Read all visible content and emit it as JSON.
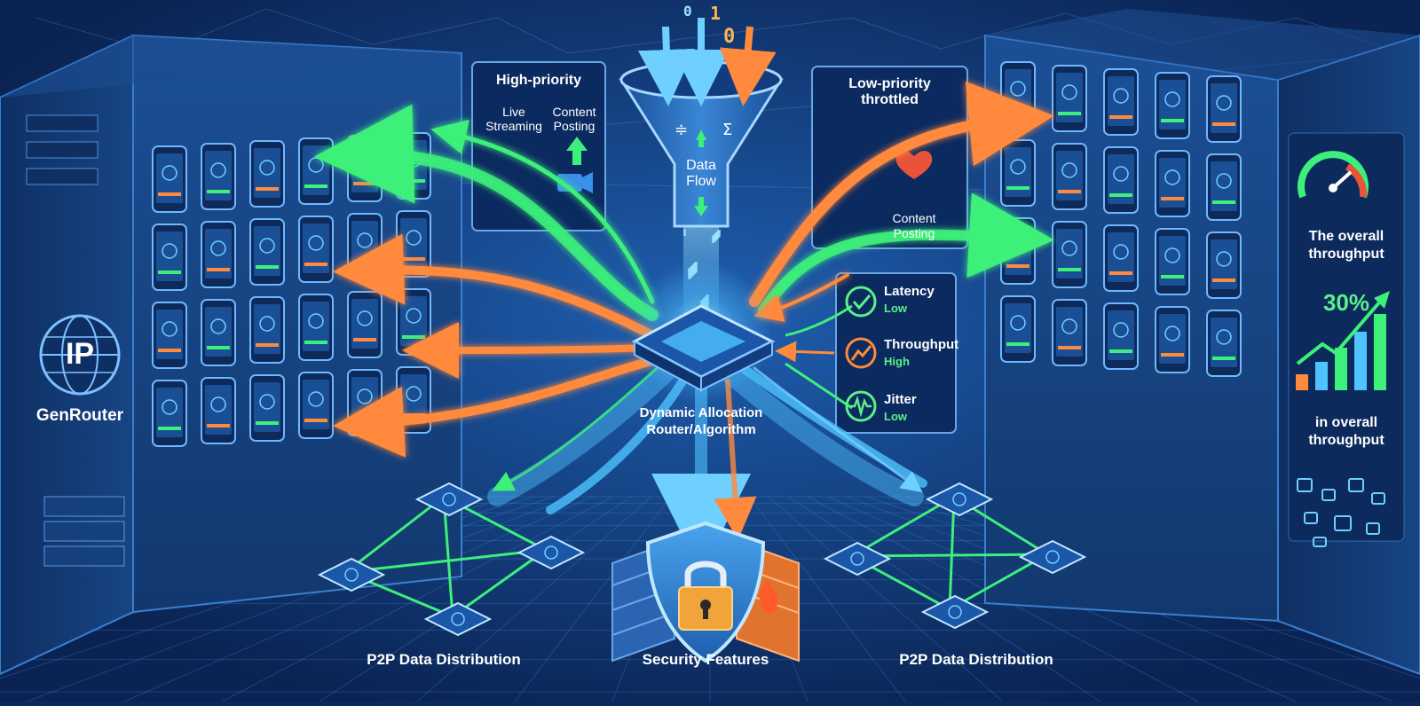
{
  "left_server": {
    "logo_text": "IP",
    "name": "GenRouter"
  },
  "high_priority": {
    "title": "High-priority",
    "item_1_line_1": "Live",
    "item_1_line_2": "Streaming",
    "item_2_line_1": "Content",
    "item_2_line_2": "Posting"
  },
  "funnel": {
    "line_1": "Data",
    "line_2": "Flow",
    "top_digits": [
      "1",
      "0",
      "0"
    ]
  },
  "low_priority": {
    "title_line_1": "Low-priority",
    "title_line_2": "throttled",
    "item_line_1": "Content",
    "item_line_2": "Posting"
  },
  "router": {
    "line_1": "Dynamic Allocation",
    "line_2": "Router/Algorithm"
  },
  "metrics": [
    {
      "name": "Latency",
      "level": "Low",
      "icon": "check-icon"
    },
    {
      "name": "Throughput",
      "level": "High",
      "icon": "trend-up-icon"
    },
    {
      "name": "Jitter",
      "level": "Low",
      "icon": "pulse-icon"
    }
  ],
  "right_panel": {
    "title_line_1": "The overall",
    "title_line_2": "throughput",
    "percent": "30%",
    "caption_line_1": "in overall",
    "caption_line_2": "throughput",
    "bar_levels": [
      0.18,
      0.32,
      0.48,
      0.66,
      0.86
    ]
  },
  "footer": {
    "p2p_left": "P2P Data Distribution",
    "security": "Security Features",
    "p2p_right": "P2P Data Distribution"
  },
  "colors": {
    "background": "#0b2a5c",
    "high_priority_green": "#3df07a",
    "low_priority_orange": "#ff8a3d",
    "data_blue": "#4fc3ff",
    "metric_green": "#5cf08a",
    "gauge_red": "#e8533a"
  }
}
